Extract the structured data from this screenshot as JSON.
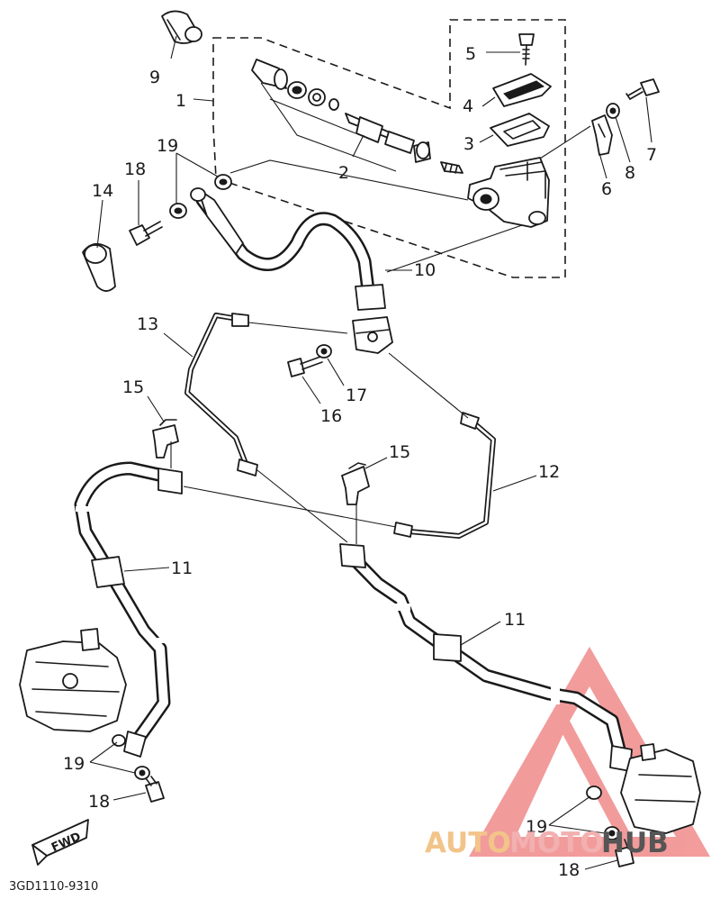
{
  "diagram": {
    "callouts": [
      {
        "id": "c9",
        "label": "9"
      },
      {
        "id": "c1",
        "label": "1"
      },
      {
        "id": "c5",
        "label": "5"
      },
      {
        "id": "c4",
        "label": "4"
      },
      {
        "id": "c3",
        "label": "3"
      },
      {
        "id": "c2",
        "label": "2"
      },
      {
        "id": "c6",
        "label": "6"
      },
      {
        "id": "c8",
        "label": "8"
      },
      {
        "id": "c7",
        "label": "7"
      },
      {
        "id": "c19a",
        "label": "19"
      },
      {
        "id": "c18a",
        "label": "18"
      },
      {
        "id": "c14",
        "label": "14"
      },
      {
        "id": "c10",
        "label": "10"
      },
      {
        "id": "c13",
        "label": "13"
      },
      {
        "id": "c17",
        "label": "17"
      },
      {
        "id": "c16",
        "label": "16"
      },
      {
        "id": "c15a",
        "label": "15"
      },
      {
        "id": "c15b",
        "label": "15"
      },
      {
        "id": "c12",
        "label": "12"
      },
      {
        "id": "c11a",
        "label": "11"
      },
      {
        "id": "c11b",
        "label": "11"
      },
      {
        "id": "c19b",
        "label": "19"
      },
      {
        "id": "c18b",
        "label": "18"
      },
      {
        "id": "c19c",
        "label": "19"
      },
      {
        "id": "c18c",
        "label": "18"
      }
    ],
    "fwd_label": "FWD",
    "drawing_code": "3GD1110-9310"
  },
  "watermark": {
    "text_auto": "AUTO",
    "text_moto": "MOTO",
    "text_hub": "HUB",
    "color_auto": "#f2c48a",
    "color_moto": "#f2b0b0",
    "color_hub": "#555555",
    "color_logo": "#e84a4a"
  }
}
